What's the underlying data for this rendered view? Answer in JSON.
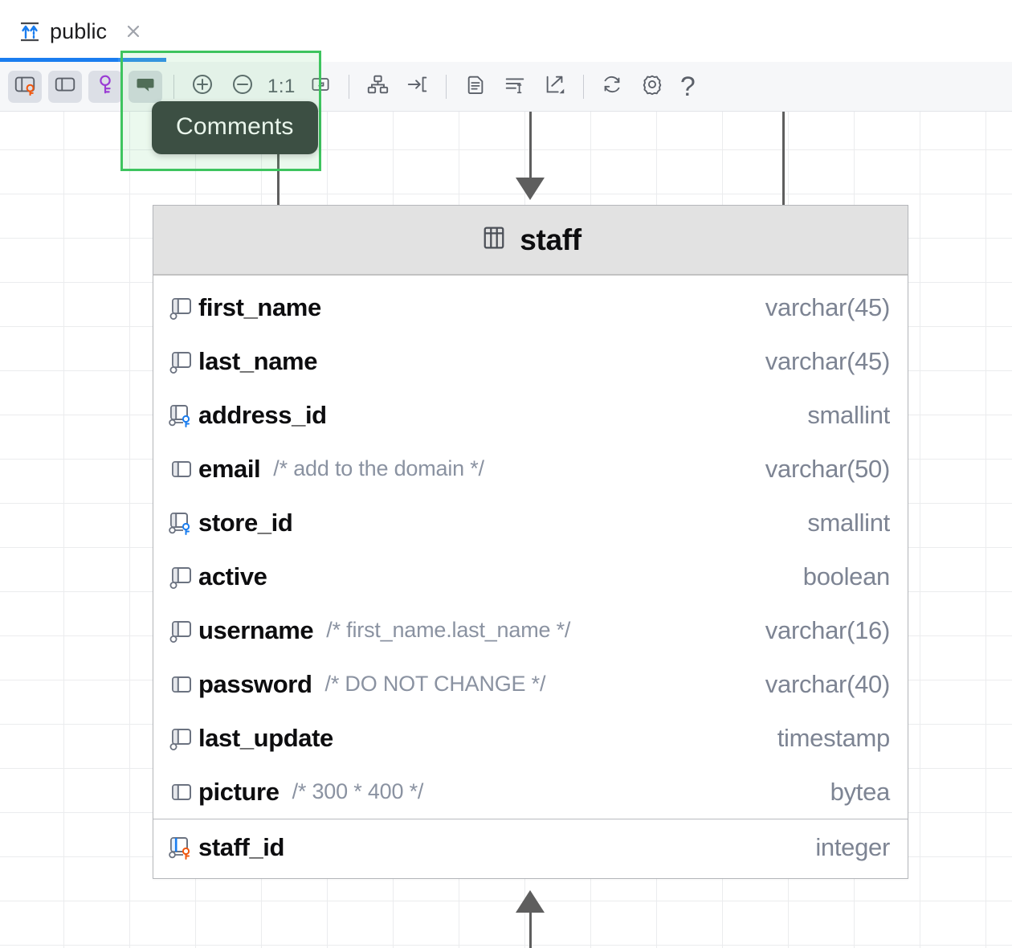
{
  "tab": {
    "label": "public",
    "icon": "diagram-sync-icon",
    "close_icon": "close-icon"
  },
  "toolbar": {
    "buttons": [
      {
        "name": "show-columns-button",
        "icon": "table-columns-key-icon",
        "label": "Columns",
        "selected": true
      },
      {
        "name": "show-split-button",
        "icon": "split-panel-icon",
        "label": "Panel",
        "selected": true
      },
      {
        "name": "show-keys-button",
        "icon": "key-icon",
        "label": "Keys",
        "selected": true
      },
      {
        "name": "show-comments-button",
        "icon": "comment-bubble-icon",
        "label": "Comments",
        "selected": true
      },
      {
        "name": "zoom-in-button",
        "icon": "plus-circle-icon",
        "label": "Zoom In",
        "selected": false
      },
      {
        "name": "zoom-out-button",
        "icon": "minus-circle-icon",
        "label": "Zoom Out",
        "selected": false
      },
      {
        "name": "zoom-reset-button",
        "icon": "one-to-one-text",
        "label": "1:1",
        "selected": false
      },
      {
        "name": "fit-content-button",
        "icon": "fit-screen-icon",
        "label": "Fit Content",
        "selected": false
      },
      {
        "name": "layout-button",
        "icon": "hierarchy-icon",
        "label": "Layout",
        "selected": false
      },
      {
        "name": "collapse-button",
        "icon": "arrow-into-bracket-icon",
        "label": "Collapse",
        "selected": false
      },
      {
        "name": "copy-button",
        "icon": "copy-document-icon",
        "label": "Copy",
        "selected": false
      },
      {
        "name": "edit-text-button",
        "icon": "text-lines-cursor-icon",
        "label": "Edit",
        "selected": false
      },
      {
        "name": "export-button",
        "icon": "export-arrow-icon",
        "label": "Export",
        "selected": false
      },
      {
        "name": "refresh-button",
        "icon": "refresh-icon",
        "label": "Refresh",
        "selected": false
      },
      {
        "name": "settings-button",
        "icon": "gear-icon",
        "label": "Settings",
        "selected": false
      },
      {
        "name": "help-button",
        "icon": "question-mark-icon",
        "label": "Help",
        "selected": false
      }
    ],
    "zoom_level_label": "1:1",
    "help_glyph": "?"
  },
  "tooltip": {
    "text": "Comments",
    "background": "#3c4f43",
    "color": "#eaf6ec"
  },
  "highlight": {
    "border_color": "#3ec45f",
    "fill_color": "rgba(104,212,120,0.13)"
  },
  "diagram": {
    "table": {
      "name": "staff",
      "icon": "table-grid-icon",
      "columns": [
        {
          "name": "first_name",
          "type": "varchar(45)",
          "comment": "",
          "icon": "column-nullable-icon",
          "key": "none"
        },
        {
          "name": "last_name",
          "type": "varchar(45)",
          "comment": "",
          "icon": "column-nullable-icon",
          "key": "none"
        },
        {
          "name": "address_id",
          "type": "smallint",
          "comment": "",
          "icon": "column-nullable-fk-icon",
          "key": "foreign"
        },
        {
          "name": "email",
          "type": "varchar(50)",
          "comment": "/* add to the domain */",
          "icon": "column-icon",
          "key": "none"
        },
        {
          "name": "store_id",
          "type": "smallint",
          "comment": "",
          "icon": "column-nullable-fk-icon",
          "key": "foreign"
        },
        {
          "name": "active",
          "type": "boolean",
          "comment": "",
          "icon": "column-nullable-icon",
          "key": "none"
        },
        {
          "name": "username",
          "type": "varchar(16)",
          "comment": "/* first_name.last_name */",
          "icon": "column-nullable-icon",
          "key": "none"
        },
        {
          "name": "password",
          "type": "varchar(40)",
          "comment": "/* DO NOT CHANGE */",
          "icon": "column-icon",
          "key": "none"
        },
        {
          "name": "last_update",
          "type": "timestamp",
          "comment": "",
          "icon": "column-nullable-icon",
          "key": "none"
        },
        {
          "name": "picture",
          "type": "bytea",
          "comment": "/* 300 * 400 */",
          "icon": "column-icon",
          "key": "none"
        }
      ],
      "primary_key": {
        "name": "staff_id",
        "type": "integer",
        "comment": "",
        "icon": "column-primary-key-icon",
        "key": "primary"
      }
    },
    "connectors": [
      {
        "name": "connector-top-left",
        "direction": "down-no-arrow"
      },
      {
        "name": "connector-top-center",
        "direction": "down-arrow"
      },
      {
        "name": "connector-top-right",
        "direction": "down-no-arrow"
      },
      {
        "name": "connector-bottom",
        "direction": "up-arrow"
      }
    ]
  },
  "colors": {
    "accent_blue": "#1a7def",
    "key_orange": "#f0570f",
    "key_purple": "#9a3bd4",
    "fk_blue": "#1a7def",
    "type_text": "#7d8493",
    "comment_text": "#8a92a1",
    "header_bg": "#e2e2e2",
    "toolbar_bg": "#f6f7f9"
  }
}
